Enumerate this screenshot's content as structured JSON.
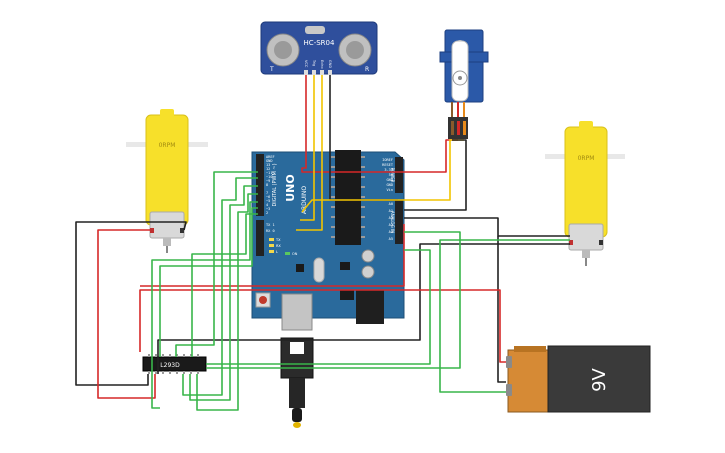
{
  "sensor": {
    "model": "HC-SR04",
    "left_mark": "T",
    "right_mark": "R",
    "pins": [
      "VCC",
      "Trig",
      "Echo",
      "GND"
    ]
  },
  "motor_left": {
    "label": "0RPM"
  },
  "motor_right": {
    "label": "0RPM"
  },
  "arduino": {
    "uno": "UNO",
    "brand": "ARDUINO",
    "digital": "DIGITAL (PWM ~)",
    "power": "POWER",
    "analog": "ANALOG IN",
    "ioref_pins": [
      "IOREF",
      "RESET",
      "3.3V",
      "5V",
      "GND",
      "GND",
      "Vin"
    ],
    "analog_pins": [
      "A0",
      "A1",
      "A2",
      "A3",
      "A4",
      "A5"
    ],
    "left_pins": [
      "AREF",
      "GND",
      "13",
      "12",
      "~11",
      "~10",
      "~9",
      "8",
      "7",
      "~6",
      "~5",
      "4",
      "~3",
      "2",
      "TX 1",
      "RX 0"
    ],
    "tx": "TX",
    "rx": "RX",
    "on": "ON",
    "l": "L"
  },
  "driver": {
    "label": "L293D"
  },
  "battery": {
    "label": "9V"
  },
  "colors": {
    "board": "#2a6a9c",
    "wire_red": "#d62828",
    "wire_black": "#222222",
    "wire_green": "#39b54a",
    "wire_yellow": "#f2c400",
    "motor": "#f7e02a",
    "battery_body": "#d68a35"
  }
}
